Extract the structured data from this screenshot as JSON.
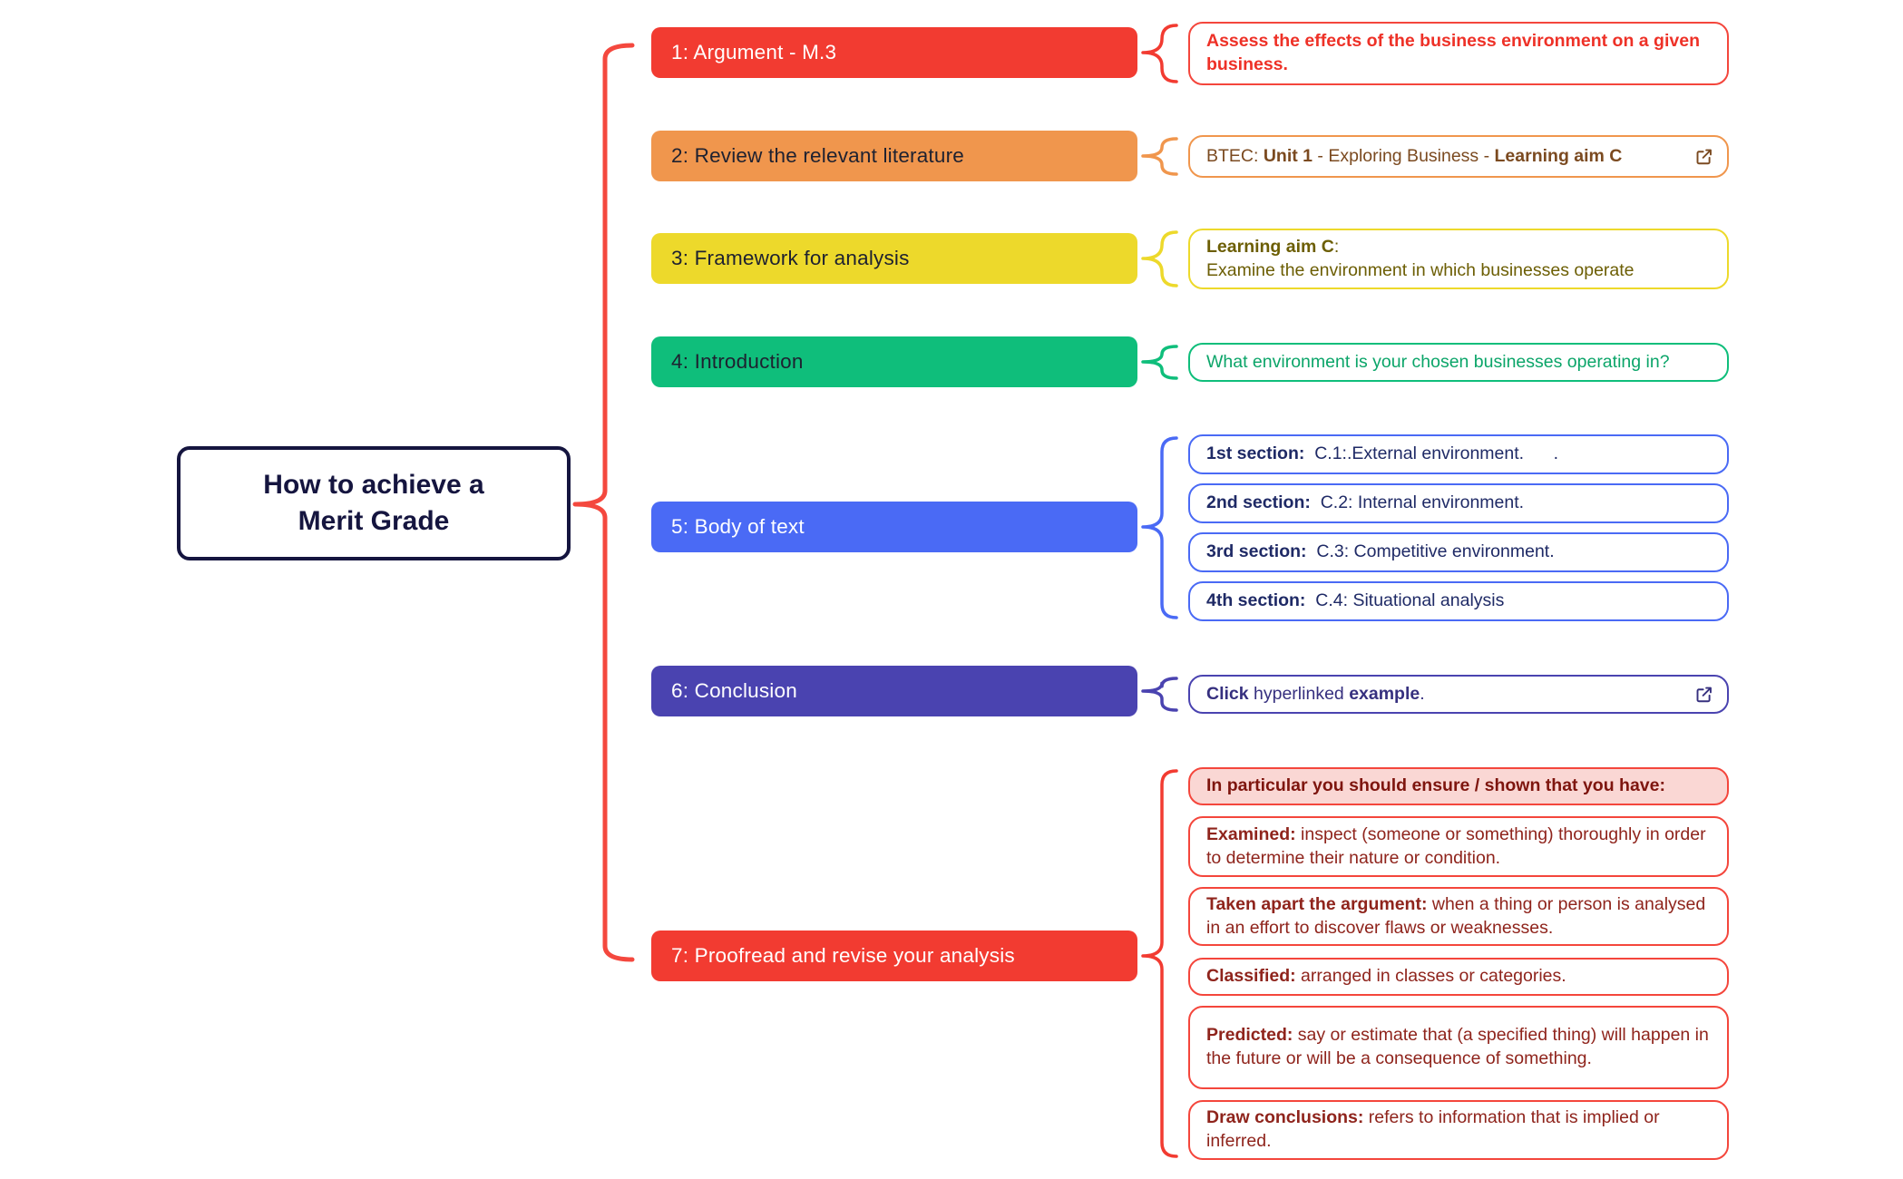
{
  "root": {
    "line1": "How to achieve a",
    "line2": "Merit Grade",
    "border_color": "#15153F",
    "text_color": "#15153F"
  },
  "connector_color": "#F4483E",
  "branches": [
    {
      "label": "1: Argument - M.3",
      "color": "#F23B31",
      "label_color": "#FFFFFF",
      "children": [
        {
          "border": "#F4463C",
          "text_color": "#EE3127",
          "segments": [
            {
              "text": "Assess the effects of the business environment on a given business.",
              "bold": true
            }
          ]
        }
      ]
    },
    {
      "label": "2: Review the relevant literature",
      "color": "#F0964D",
      "label_color": "#1E2130",
      "children": [
        {
          "border": "#F0964D",
          "text_color": "#7B4A20",
          "icon": "external-link",
          "segments": [
            {
              "text": "BTEC: "
            },
            {
              "text": "Unit 1",
              "bold": true
            },
            {
              "text": " - Exploring Business - "
            },
            {
              "text": "Learning aim C",
              "bold": true
            }
          ]
        }
      ]
    },
    {
      "label": "3: Framework for analysis",
      "color": "#EDD92B",
      "label_color": "#1E2130",
      "children": [
        {
          "border": "#EDD92B",
          "text_color": "#6C5E04",
          "segments": [
            {
              "text": "Learning aim C",
              "bold": true
            },
            {
              "text": ":",
              "break_after": true
            },
            {
              "text": "Examine the environment in which businesses operate"
            }
          ]
        }
      ]
    },
    {
      "label": "4: Introduction",
      "color": "#0FBE7B",
      "label_color": "#1E2130",
      "children": [
        {
          "border": "#0FBE7B",
          "text_color": "#0BA569",
          "segments": [
            {
              "text": "What environment is your chosen businesses operating in?"
            }
          ]
        }
      ]
    },
    {
      "label": "5: Body of text",
      "color": "#4A6AF5",
      "label_color": "#FFFFFF",
      "children": [
        {
          "border": "#4A6AF5",
          "text_color": "#1F2A66",
          "segments": [
            {
              "text": "1st section:",
              "bold": true
            },
            {
              "text": "  C.1:.External environment.      ."
            }
          ]
        },
        {
          "border": "#4A6AF5",
          "text_color": "#1F2A66",
          "segments": [
            {
              "text": "2nd section:",
              "bold": true
            },
            {
              "text": "  C.2: Internal environment."
            }
          ]
        },
        {
          "border": "#4A6AF5",
          "text_color": "#1F2A66",
          "segments": [
            {
              "text": "3rd section:",
              "bold": true
            },
            {
              "text": "  C.3: Competitive environment."
            }
          ]
        },
        {
          "border": "#4A6AF5",
          "text_color": "#1F2A66",
          "segments": [
            {
              "text": "4th section:",
              "bold": true
            },
            {
              "text": "  C.4: Situational analysis"
            }
          ]
        }
      ]
    },
    {
      "label": "6: Conclusion",
      "color": "#4A43B0",
      "label_color": "#FFFFFF",
      "children": [
        {
          "border": "#4A43B0",
          "text_color": "#36307F",
          "icon": "external-link",
          "segments": [
            {
              "text": "Click",
              "bold": true
            },
            {
              "text": " hyperlinked "
            },
            {
              "text": "example",
              "bold": true
            },
            {
              "text": "."
            }
          ]
        }
      ]
    },
    {
      "label": "7: Proofread and revise your analysis",
      "color": "#F23B31",
      "label_color": "#FFFFFF",
      "children": [
        {
          "border": "#F4463C",
          "fill": "#FAD7D4",
          "text_color": "#7E150E",
          "segments": [
            {
              "text": "In particular you should ensure / shown that you have:",
              "bold": true
            }
          ]
        },
        {
          "border": "#F4463C",
          "text_color": "#8F241C",
          "segments": [
            {
              "text": "Examined:",
              "bold": true
            },
            {
              "text": " inspect (someone or something) thoroughly in order to determine their nature or condition."
            }
          ]
        },
        {
          "border": "#F4463C",
          "text_color": "#8F241C",
          "segments": [
            {
              "text": "Taken apart the argument:",
              "bold": true
            },
            {
              "text": " when a thing or person is analysed in an effort to discover flaws or weaknesses."
            }
          ]
        },
        {
          "border": "#F4463C",
          "text_color": "#8F241C",
          "segments": [
            {
              "text": "Classified:",
              "bold": true
            },
            {
              "text": " arranged in classes or categories."
            }
          ]
        },
        {
          "border": "#F4463C",
          "text_color": "#8F241C",
          "segments": [
            {
              "text": "Predicted:",
              "bold": true
            },
            {
              "text": " say or estimate that (a specified thing) will happen in the future or will be a consequence of something."
            }
          ]
        },
        {
          "border": "#F4463C",
          "text_color": "#8F241C",
          "segments": [
            {
              "text": "Draw conclusions:",
              "bold": true
            },
            {
              "text": " refers to information that is implied or inferred."
            }
          ]
        }
      ]
    }
  ]
}
